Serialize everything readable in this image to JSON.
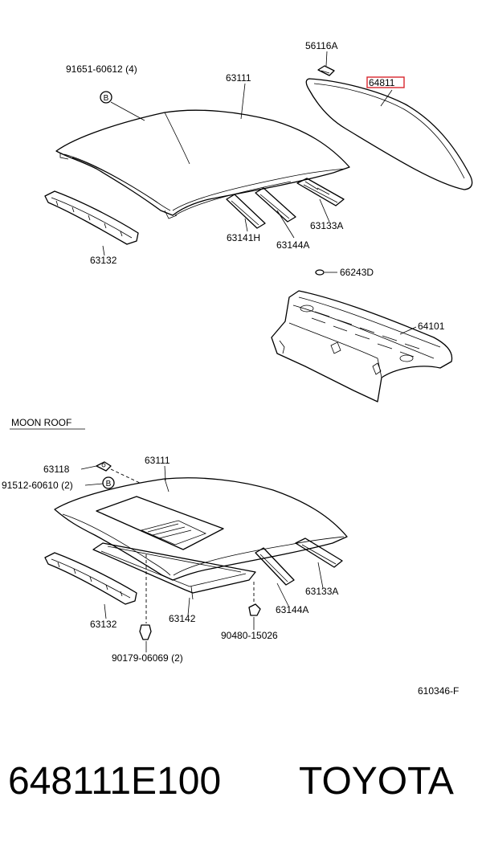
{
  "labels": {
    "bolt_top": "91651-60612 (4)",
    "roof_top": "63111",
    "cap": "56116A",
    "back_glass": "64811",
    "front_header_top": "63132",
    "bow_a_top": "63141H",
    "bow_b_top": "63144A",
    "rear_header_top": "63133A",
    "plug": "66243D",
    "package_tray": "64101",
    "moon_roof_title": "MOON ROOF",
    "bracket": "63118",
    "bolt_bottom": "91512-60610 (2)",
    "roof_bottom": "63111",
    "rear_header_bottom": "63133A",
    "front_header_bottom": "63132",
    "housing": "63142",
    "bow_b_bottom": "63144A",
    "nut": "90480-15026",
    "clip": "90179-06069 (2)",
    "figure_code": "610346-F",
    "b_marker_top": "B",
    "b_marker_bottom": "B"
  },
  "footer": {
    "part_number": "648111E100",
    "brand": "TOYOTA"
  },
  "highlight_color": "#d9262e"
}
